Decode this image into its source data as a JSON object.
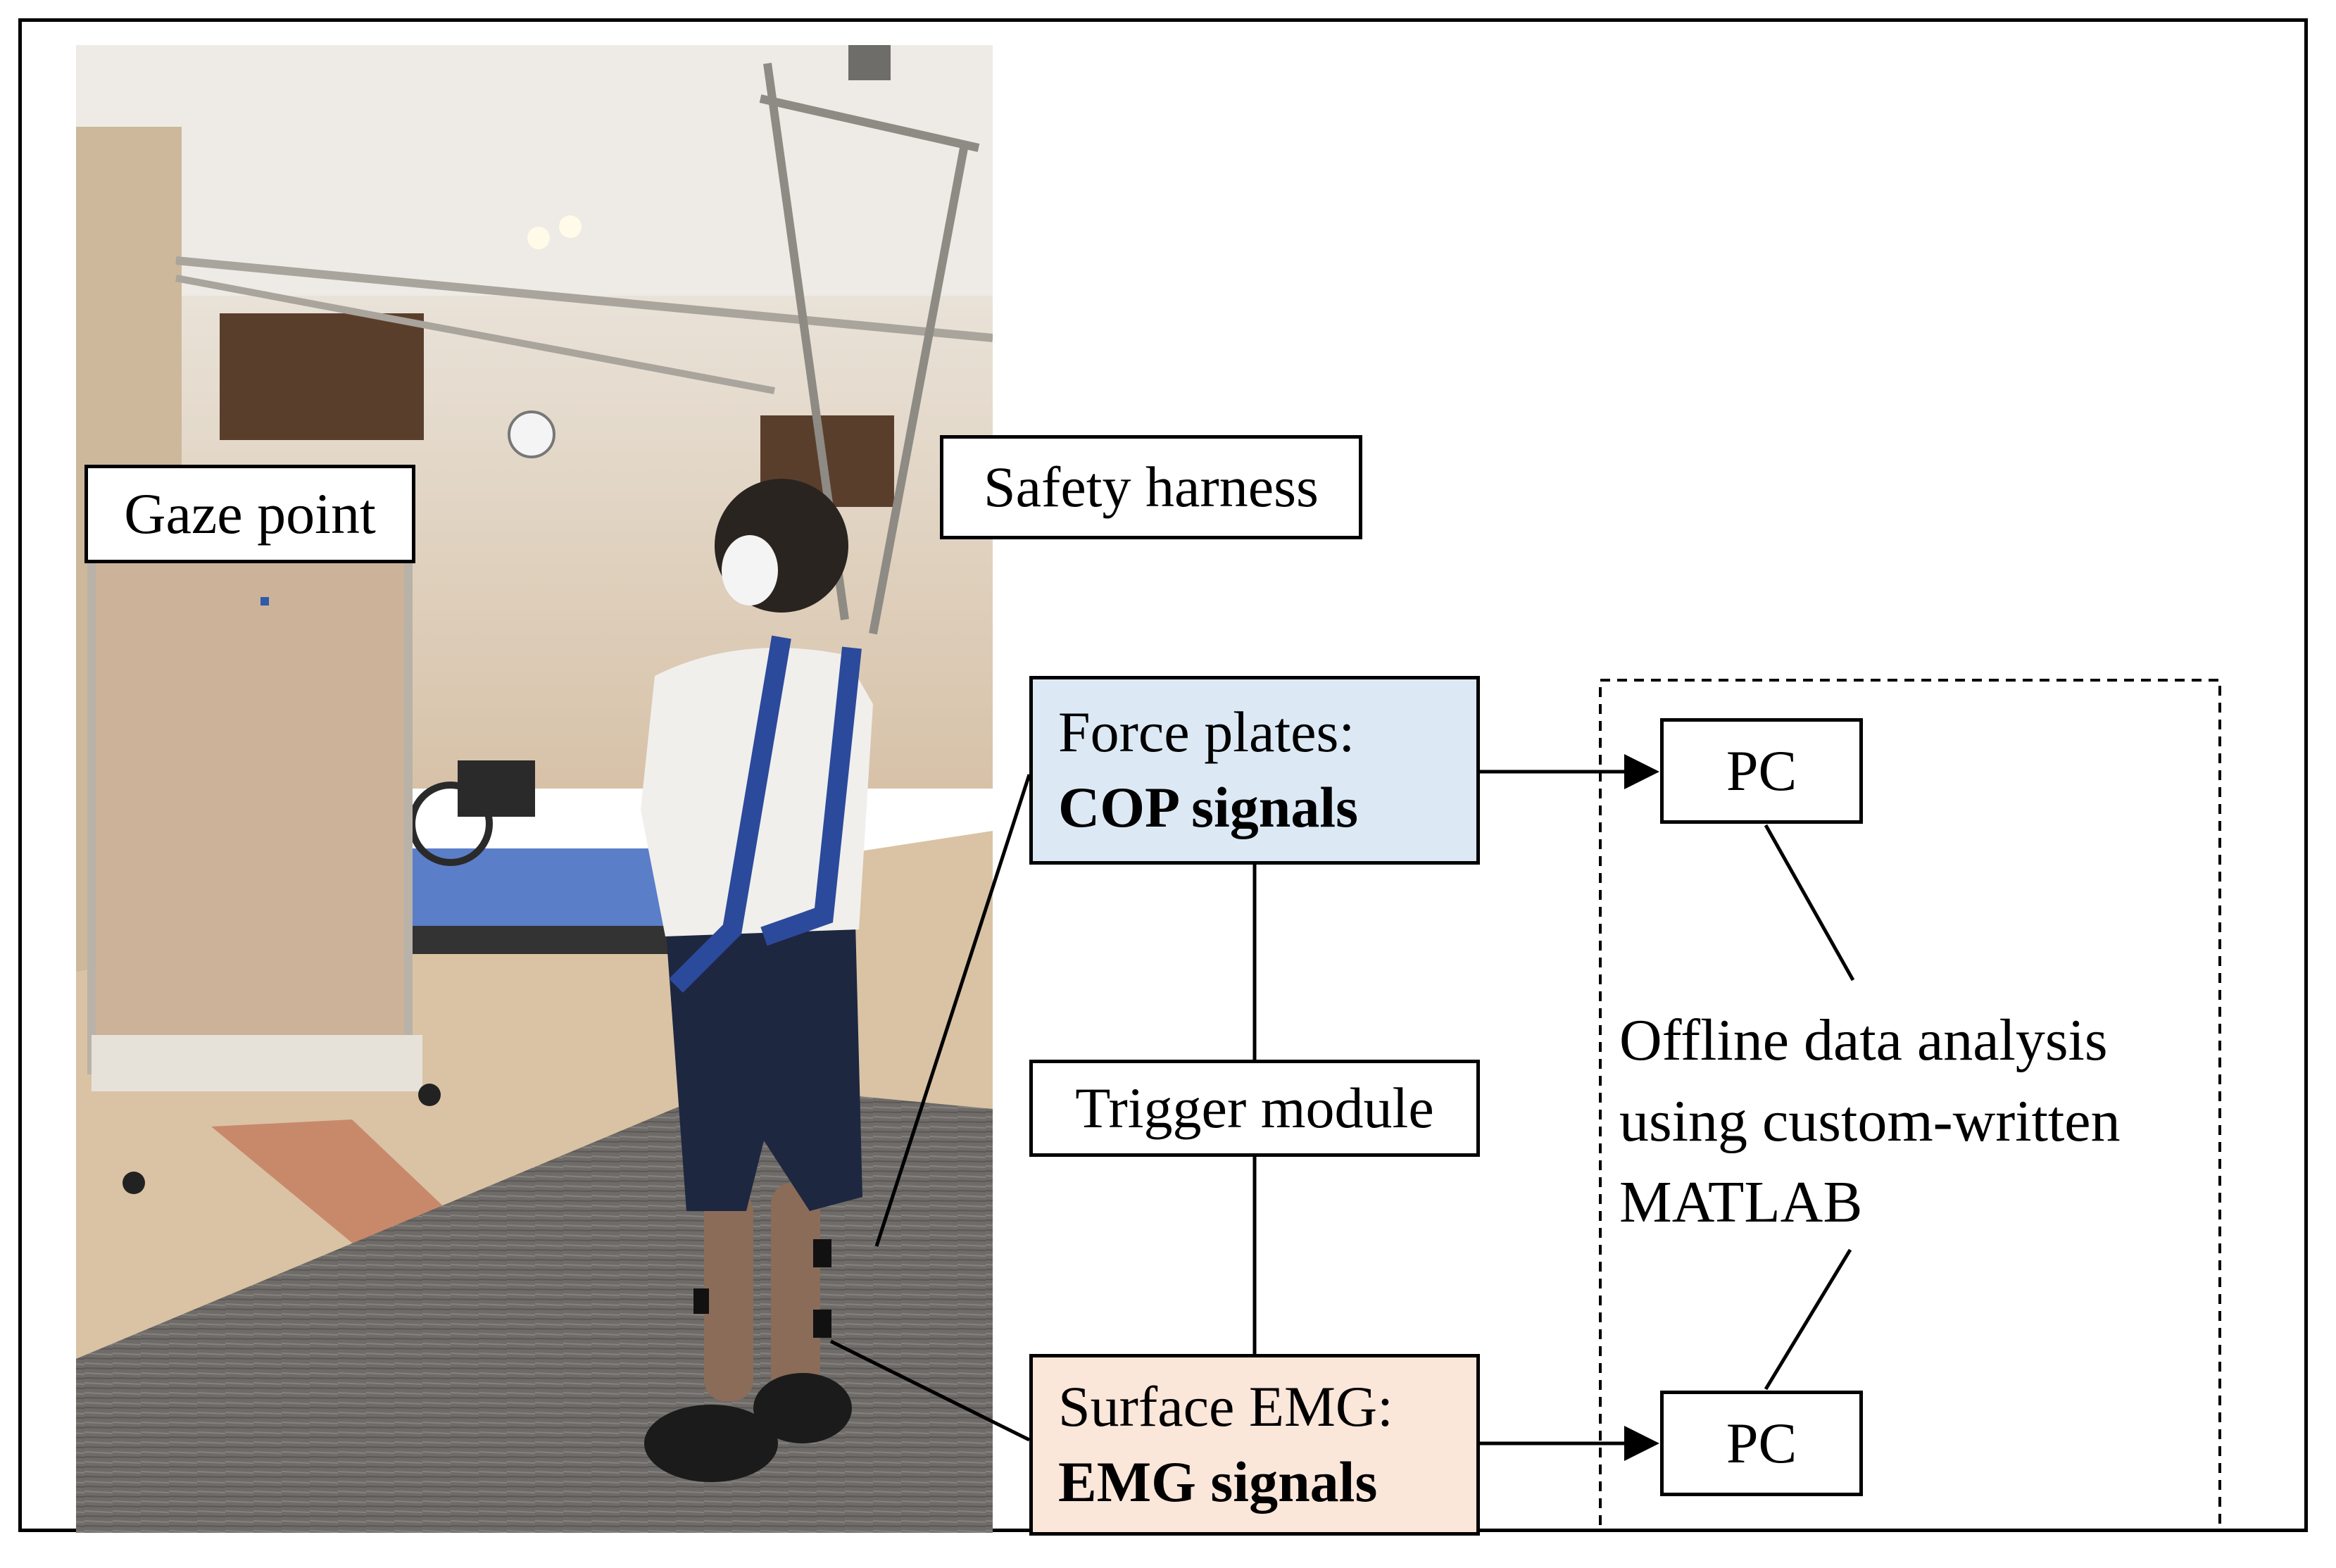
{
  "labels": {
    "gaze_point": "Gaze point",
    "safety_harness": "Safety harness",
    "force_plates_line1": "Force plates:",
    "force_plates_line2": "COP signals",
    "trigger_module": "Trigger module",
    "surface_emg_line1": "Surface EMG:",
    "surface_emg_line2": "EMG signals",
    "pc_top": "PC",
    "pc_bottom": "PC",
    "analysis_line1": "Offline data analysis",
    "analysis_line2": "using custom-written",
    "analysis_line3": "MATLAB"
  },
  "colors": {
    "force_box_fill": "#dce9f5",
    "emg_box_fill": "#fbe6da",
    "line": "#000000"
  },
  "photo": {
    "description_icon": "person-standing-on-force-plates-photo"
  }
}
